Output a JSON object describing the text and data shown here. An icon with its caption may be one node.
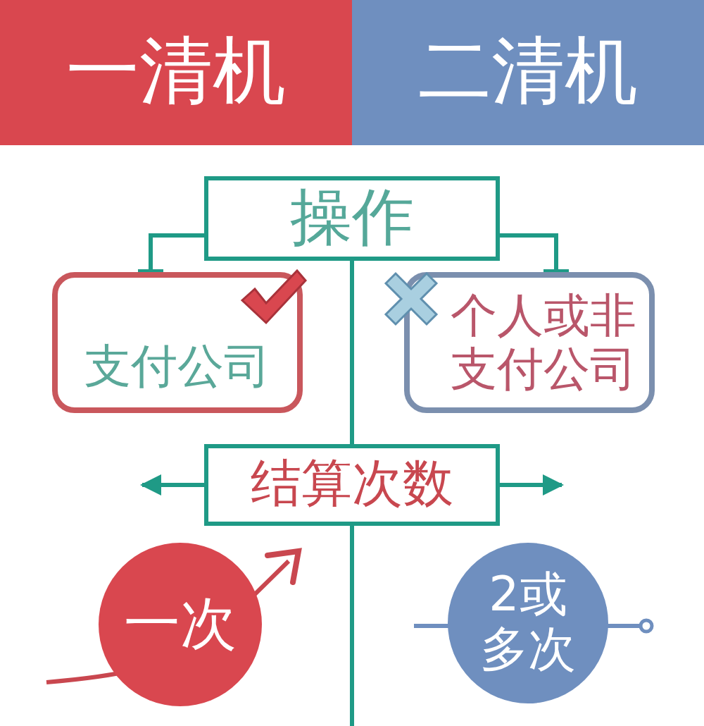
{
  "diagram": {
    "nodes": [
      {
        "text": [
          "一清机"
        ]
      },
      {
        "text": [
          "二清机"
        ]
      },
      {
        "text": [
          "操作"
        ]
      },
      {
        "text": [
          "支付公司"
        ]
      },
      {
        "text": [
          "个人或非支付公司"
        ]
      },
      {
        "text": [
          "结算次数"
        ]
      },
      {
        "text": [
          "一次"
        ]
      },
      {
        "text": [
          "2或多次"
        ]
      }
    ],
    "edges": [
      {
        "from": 2,
        "to": 3,
        "arrow": "other"
      },
      {
        "from": 2,
        "to": 4,
        "arrow": "other"
      },
      {
        "from": 2,
        "to": 5,
        "arrow": "none"
      },
      {
        "from": 5,
        "to": null,
        "arrow": "to"
      },
      {
        "from": 5,
        "to": null,
        "arrow": "to"
      },
      {
        "from": 5,
        "to": null,
        "arrow": "none"
      }
    ]
  }
}
